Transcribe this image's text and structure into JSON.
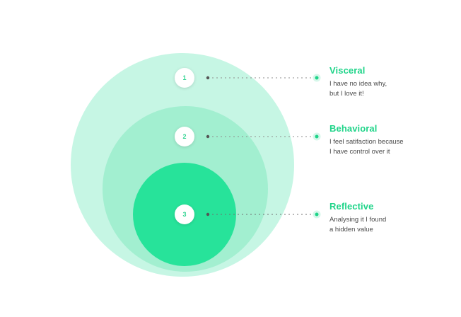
{
  "levels": [
    {
      "number": "1",
      "title": "Visceral",
      "lines": [
        "I have no idea why,",
        "but I love it!"
      ]
    },
    {
      "number": "2",
      "title": "Behavioral",
      "lines": [
        "I feel satifaction because",
        "I have control over it"
      ]
    },
    {
      "number": "3",
      "title": "Reflective",
      "lines": [
        "Analysing it I found",
        "a hidden value"
      ]
    }
  ],
  "colors": {
    "outer_circle": "#c6f6e4",
    "middle_circle": "#96ecc9",
    "inner_circle": "#27e39a",
    "accent": "#1fd489",
    "body_text": "#4a4a4a",
    "connector": "#9a9a9a"
  }
}
